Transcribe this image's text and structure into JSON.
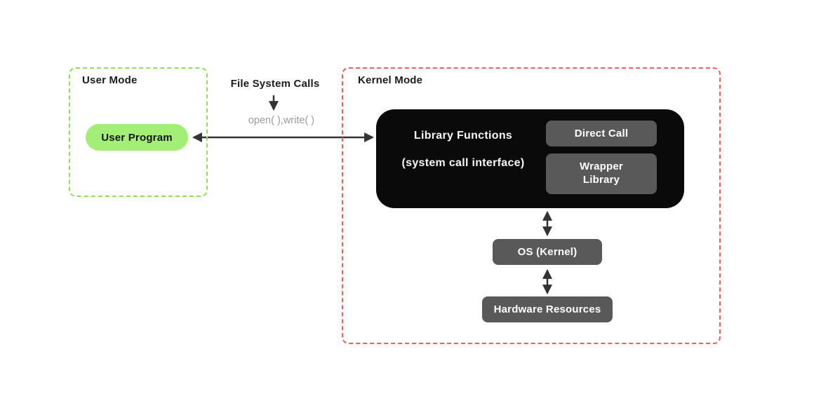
{
  "diagram": {
    "user_mode": {
      "label": "User Mode",
      "user_program": "User Program"
    },
    "file_system_calls": {
      "label": "File System Calls",
      "example": "open( ),write( )"
    },
    "kernel_mode": {
      "label": "Kernel Mode",
      "library_functions": {
        "title": "Library Functions",
        "subtitle": "(system call interface)",
        "direct_call": "Direct Call",
        "wrapper_library": "Wrapper Library"
      },
      "os_kernel": "OS (Kernel)",
      "hardware_resources": "Hardware Resources"
    },
    "colors": {
      "user_mode_border": "#8ce05a",
      "user_program_fill": "#a3ee76",
      "kernel_mode_border": "#f15e5e",
      "library_box_fill": "#0a0a0a",
      "gray_node_fill": "#595959",
      "arrow": "#333333",
      "example_text": "#9b9b9b"
    }
  }
}
